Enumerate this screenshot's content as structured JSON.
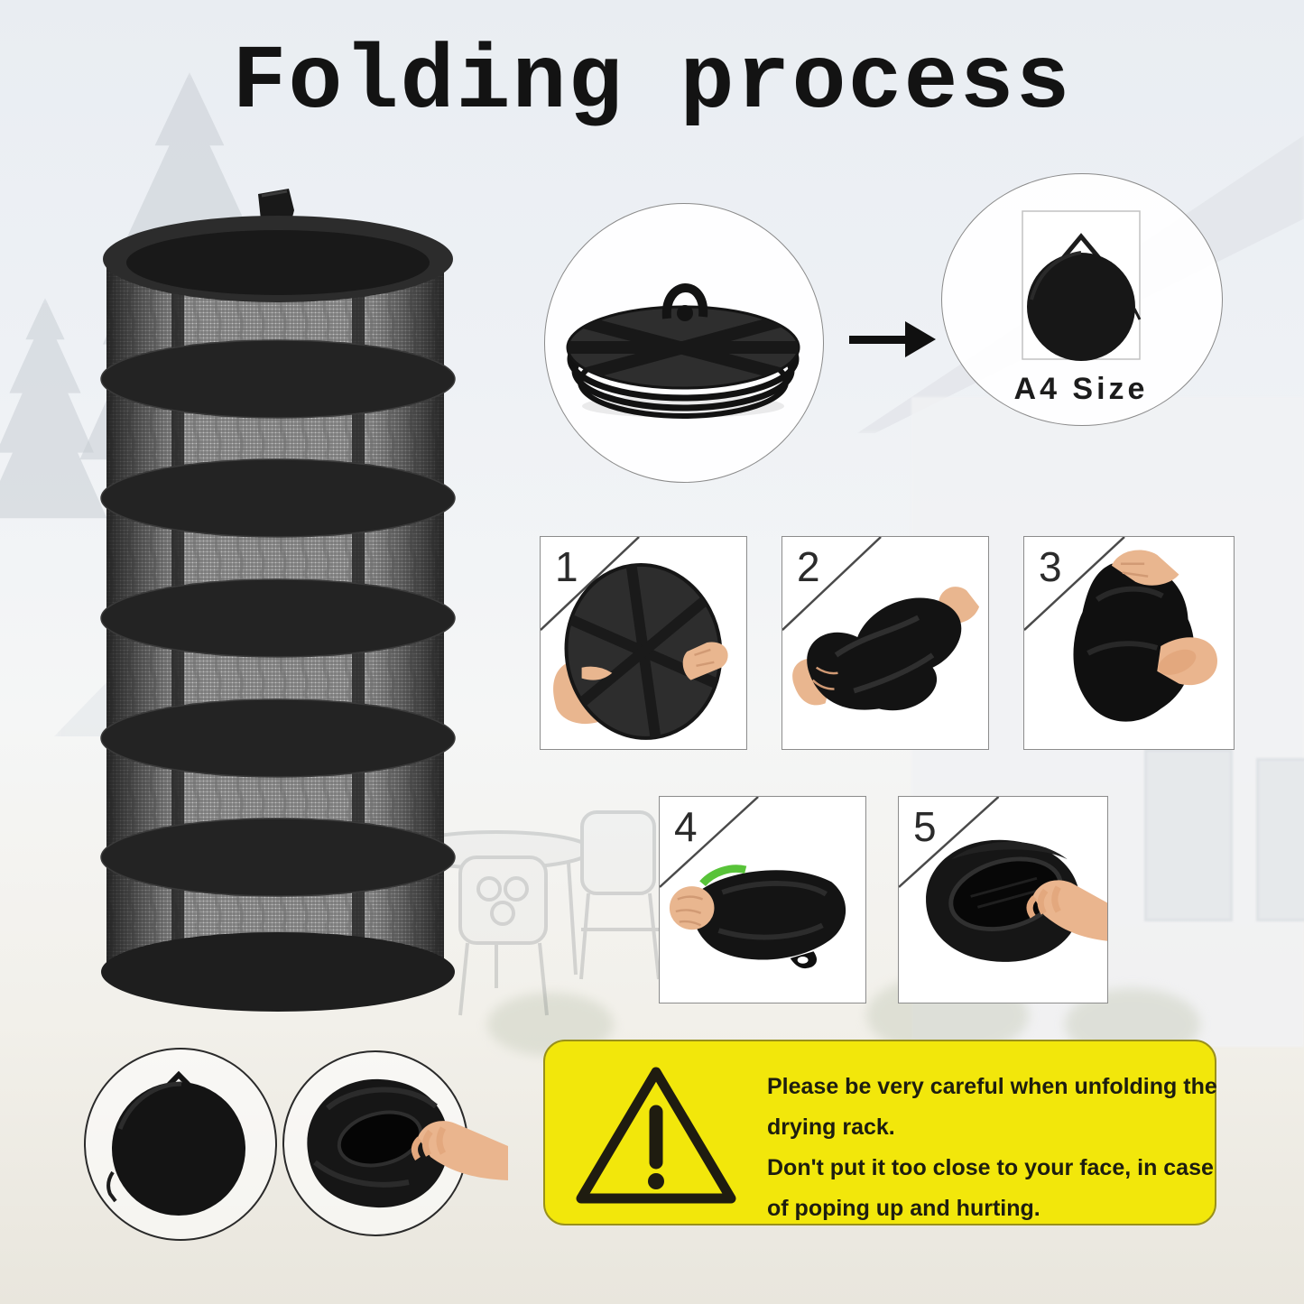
{
  "title": "Folding process",
  "package": {
    "size_label": "A4 Size"
  },
  "steps": [
    {
      "label": "1"
    },
    {
      "label": "2"
    },
    {
      "label": "3"
    },
    {
      "label": "4"
    },
    {
      "label": "5"
    }
  ],
  "warning": {
    "lines": [
      "Please be very careful when unfolding the",
      "drying rack.",
      "Don't put it too close to your face, in case",
      "of poping up and hurting."
    ]
  },
  "icons": {
    "arrow_right": "arrow-right",
    "warning_triangle": "warning-triangle"
  },
  "colors": {
    "warning_bg": "#F2E70B",
    "warning_border": "#99901C",
    "product_black": "#1A1A1A",
    "accent_green": "#58C339",
    "skin": "#E9B68F"
  }
}
